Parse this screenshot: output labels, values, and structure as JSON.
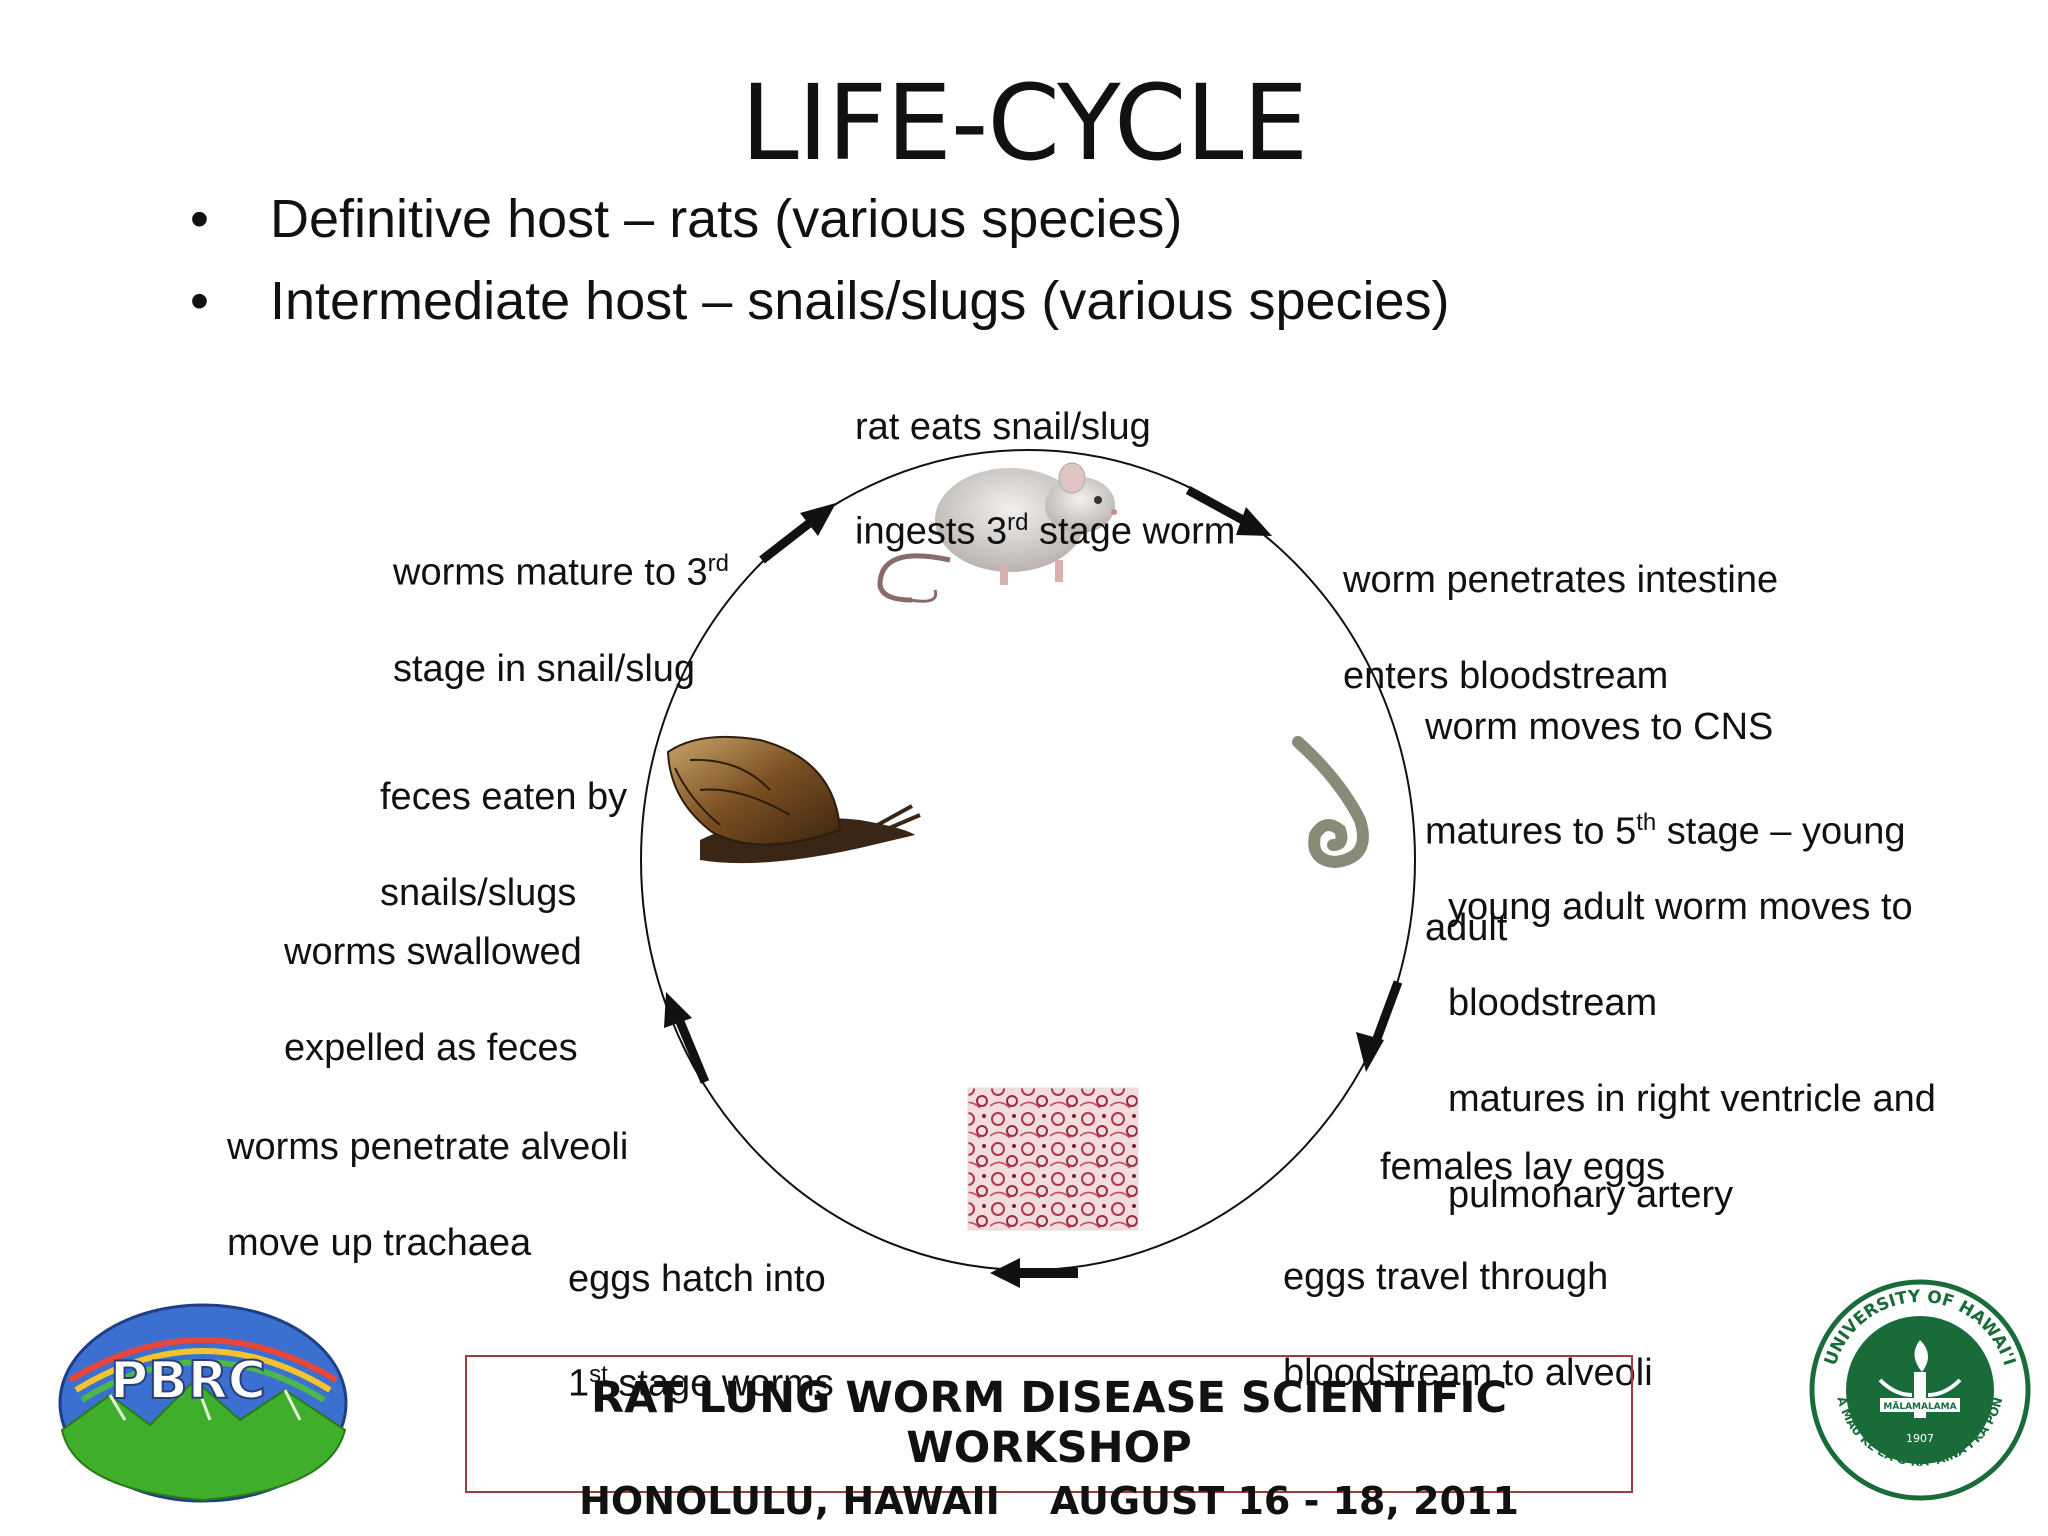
{
  "slide": {
    "title": "LIFE-CYCLE",
    "bullets": [
      {
        "marker": "•",
        "text": "Definitive host – rats (various species)"
      },
      {
        "marker": "•",
        "text": "Intermediate host – snails/slugs (various species)"
      }
    ]
  },
  "cycle": {
    "steps": [
      {
        "id": "rat-eats",
        "line1": "rat eats snail/slug",
        "line2_pre": "ingests 3",
        "line2_sup": "rd",
        "line2_post": " stage worm"
      },
      {
        "id": "penetrates",
        "line1": "worm penetrates intestine",
        "line2": "enters bloodstream"
      },
      {
        "id": "cns",
        "line1": "worm moves to CNS",
        "line2_pre": "matures to 5",
        "line2_sup": "th",
        "line2_post": " stage – young",
        "line3": "adult"
      },
      {
        "id": "young-adult",
        "line1": "young adult worm moves to",
        "line2": "bloodstream",
        "line3": "matures in right ventricle and",
        "line4": "pulmonary artery"
      },
      {
        "id": "lay-eggs",
        "line1": "females lay eggs"
      },
      {
        "id": "eggs-travel",
        "line1": "eggs travel through",
        "line2": "bloodstream to alveoli"
      },
      {
        "id": "eggs-hatch",
        "line1": "eggs hatch into",
        "line2_pre": "1",
        "line2_sup": "st",
        "line2_post": " stage worms"
      },
      {
        "id": "penetrate-alveoli",
        "line1": "worms penetrate alveoli",
        "line2": "move up trachaea"
      },
      {
        "id": "swallowed",
        "line1": "worms swallowed",
        "line2": "expelled as feces"
      },
      {
        "id": "feces-eaten",
        "line1": "feces eaten by",
        "line2": "snails/slugs"
      },
      {
        "id": "mature-snail",
        "line1_pre": "worms mature to 3",
        "line1_sup": "rd",
        "line2": "stage in snail/slug"
      }
    ]
  },
  "footer": {
    "line1": "RAT LUNG WORM DISEASE SCIENTIFIC WORKSHOP",
    "line2_left": "HONOLULU, HAWAII",
    "line2_right": "AUGUST 16 - 18, 2011"
  },
  "logos": {
    "left_text": "PBRC",
    "right_ring_top": "UNIVERSITY OF HAWAI'I",
    "right_ring_bottom": "UA MAU KE EA O KA 'ĀINA I KA PONO",
    "right_banner": "MĀLAMALAMA",
    "right_year": "1907"
  },
  "colors": {
    "footer_border": "#a33a3a",
    "uh_green": "#1a6b3a",
    "pbrc_sky": "#3b6fd0",
    "pbrc_grass": "#3fae2a"
  }
}
